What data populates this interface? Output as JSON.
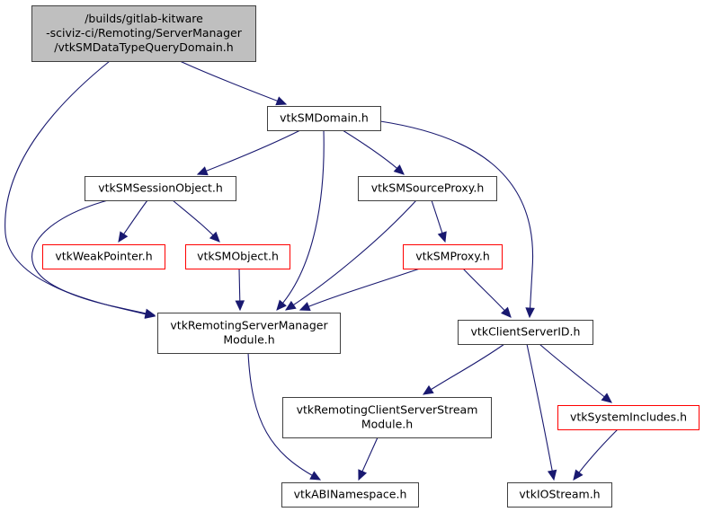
{
  "diagram": {
    "type": "include-dependency-graph",
    "colors": {
      "edge": "#191970",
      "root_fill": "#bfbfbf",
      "node_border": "#404040",
      "missing_border": "#ff0000",
      "node_fill": "#ffffff"
    },
    "nodes": [
      {
        "id": "root",
        "lines": [
          "/builds/gitlab-kitware",
          "-sciviz-ci/Remoting/ServerManager",
          "/vtkSMDataTypeQueryDomain.h"
        ],
        "style": "root"
      },
      {
        "id": "vtkSMDomain",
        "lines": [
          "vtkSMDomain.h"
        ],
        "style": "normal"
      },
      {
        "id": "vtkSMSessionObject",
        "lines": [
          "vtkSMSessionObject.h"
        ],
        "style": "normal"
      },
      {
        "id": "vtkSMSourceProxy",
        "lines": [
          "vtkSMSourceProxy.h"
        ],
        "style": "normal"
      },
      {
        "id": "vtkWeakPointer",
        "lines": [
          "vtkWeakPointer.h"
        ],
        "style": "truncated"
      },
      {
        "id": "vtkSMObject",
        "lines": [
          "vtkSMObject.h"
        ],
        "style": "truncated"
      },
      {
        "id": "vtkSMProxy",
        "lines": [
          "vtkSMProxy.h"
        ],
        "style": "truncated"
      },
      {
        "id": "vtkRemotingServerManagerModule",
        "lines": [
          "vtkRemotingServerManager",
          "Module.h"
        ],
        "style": "normal"
      },
      {
        "id": "vtkClientServerID",
        "lines": [
          "vtkClientServerID.h"
        ],
        "style": "normal"
      },
      {
        "id": "vtkRemotingClientServerStreamModule",
        "lines": [
          "vtkRemotingClientServerStream",
          "Module.h"
        ],
        "style": "normal"
      },
      {
        "id": "vtkSystemIncludes",
        "lines": [
          "vtkSystemIncludes.h"
        ],
        "style": "truncated"
      },
      {
        "id": "vtkABINamespace",
        "lines": [
          "vtkABINamespace.h"
        ],
        "style": "normal"
      },
      {
        "id": "vtkIOStream",
        "lines": [
          "vtkIOStream.h"
        ],
        "style": "normal"
      }
    ],
    "edges": [
      {
        "from": "root",
        "to": "vtkSMDomain"
      },
      {
        "from": "root",
        "to": "vtkRemotingServerManagerModule"
      },
      {
        "from": "vtkSMDomain",
        "to": "vtkSMSessionObject"
      },
      {
        "from": "vtkSMDomain",
        "to": "vtkSMSourceProxy"
      },
      {
        "from": "vtkSMDomain",
        "to": "vtkRemotingServerManagerModule"
      },
      {
        "from": "vtkSMDomain",
        "to": "vtkClientServerID"
      },
      {
        "from": "vtkSMSessionObject",
        "to": "vtkWeakPointer"
      },
      {
        "from": "vtkSMSessionObject",
        "to": "vtkSMObject"
      },
      {
        "from": "vtkSMSessionObject",
        "to": "vtkRemotingServerManagerModule"
      },
      {
        "from": "vtkSMObject",
        "to": "vtkRemotingServerManagerModule"
      },
      {
        "from": "vtkSMSourceProxy",
        "to": "vtkSMProxy"
      },
      {
        "from": "vtkSMSourceProxy",
        "to": "vtkRemotingServerManagerModule"
      },
      {
        "from": "vtkSMProxy",
        "to": "vtkRemotingServerManagerModule"
      },
      {
        "from": "vtkSMProxy",
        "to": "vtkClientServerID"
      },
      {
        "from": "vtkRemotingServerManagerModule",
        "to": "vtkABINamespace"
      },
      {
        "from": "vtkClientServerID",
        "to": "vtkRemotingClientServerStreamModule"
      },
      {
        "from": "vtkClientServerID",
        "to": "vtkSystemIncludes"
      },
      {
        "from": "vtkClientServerID",
        "to": "vtkIOStream"
      },
      {
        "from": "vtkRemotingClientServerStreamModule",
        "to": "vtkABINamespace"
      },
      {
        "from": "vtkSystemIncludes",
        "to": "vtkIOStream"
      }
    ]
  }
}
